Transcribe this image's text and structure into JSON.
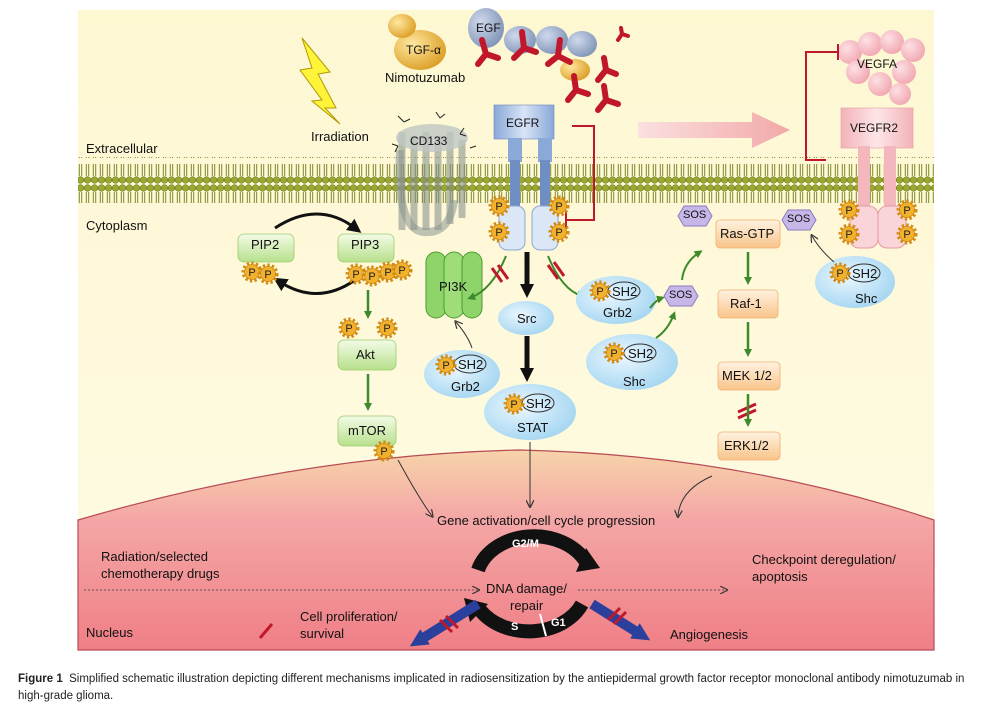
{
  "ligands": {
    "egf": "EGF",
    "tgfa": "TGF-α",
    "nimotuzumab": "Nimotuzumab",
    "vegfa": "VEGFA"
  },
  "receptors": {
    "egfr": "EGFR",
    "vegfr2": "VEGFR2",
    "cd133": "CD133"
  },
  "regions": {
    "extracellular": "Extracellular",
    "cytoplasm": "Cytoplasm",
    "nucleus": "Nucleus"
  },
  "stimuli": {
    "irradiation": "Irradiation"
  },
  "nodes": {
    "pip2": "PIP2",
    "pip3": "PIP3",
    "akt": "Akt",
    "mtor": "mTOR",
    "pi3k": "PI3K",
    "src": "Src",
    "sh2": "SH2",
    "grb2": "Grb2",
    "shc": "Shc",
    "stat": "STAT",
    "sos": "SOS",
    "ras_gtp": "Ras-GTP",
    "raf1": "Raf-1",
    "mek": "MEK 1/2",
    "erk": "ERK1/2",
    "phospho": "P"
  },
  "nucleus": {
    "gene_activation": "Gene activation/cell cycle progression",
    "radiation_line1": "Radiation/selected",
    "radiation_line2": "chemotherapy drugs",
    "checkpoint_line1": "Checkpoint deregulation/",
    "checkpoint_line2": "apoptosis",
    "dna_line1": "DNA damage/",
    "dna_line2": "repair",
    "g2m": "G2/M",
    "s": "S",
    "g1": "G1",
    "prolif_line1": "Cell proliferation/",
    "prolif_line2": "survival",
    "angiogenesis": "Angiogenesis"
  },
  "caption": {
    "label": "Figure 1",
    "text": "Simplified schematic illustration depicting different mechanisms implicated in radiosensitization by the antiepidermal growth factor receptor monoclonal antibody nimotuzumab in high-grade glioma."
  },
  "colors": {
    "background": "#fff9d6",
    "membrane": "#8a9a2e",
    "nucleus": "#f29a9a",
    "green_box": "#d6f0b0",
    "orange_box": "#fcd7a8",
    "blue_oval": "#bfe2f5",
    "phospho": "#f0a820",
    "inhibit": "#c0182a"
  }
}
